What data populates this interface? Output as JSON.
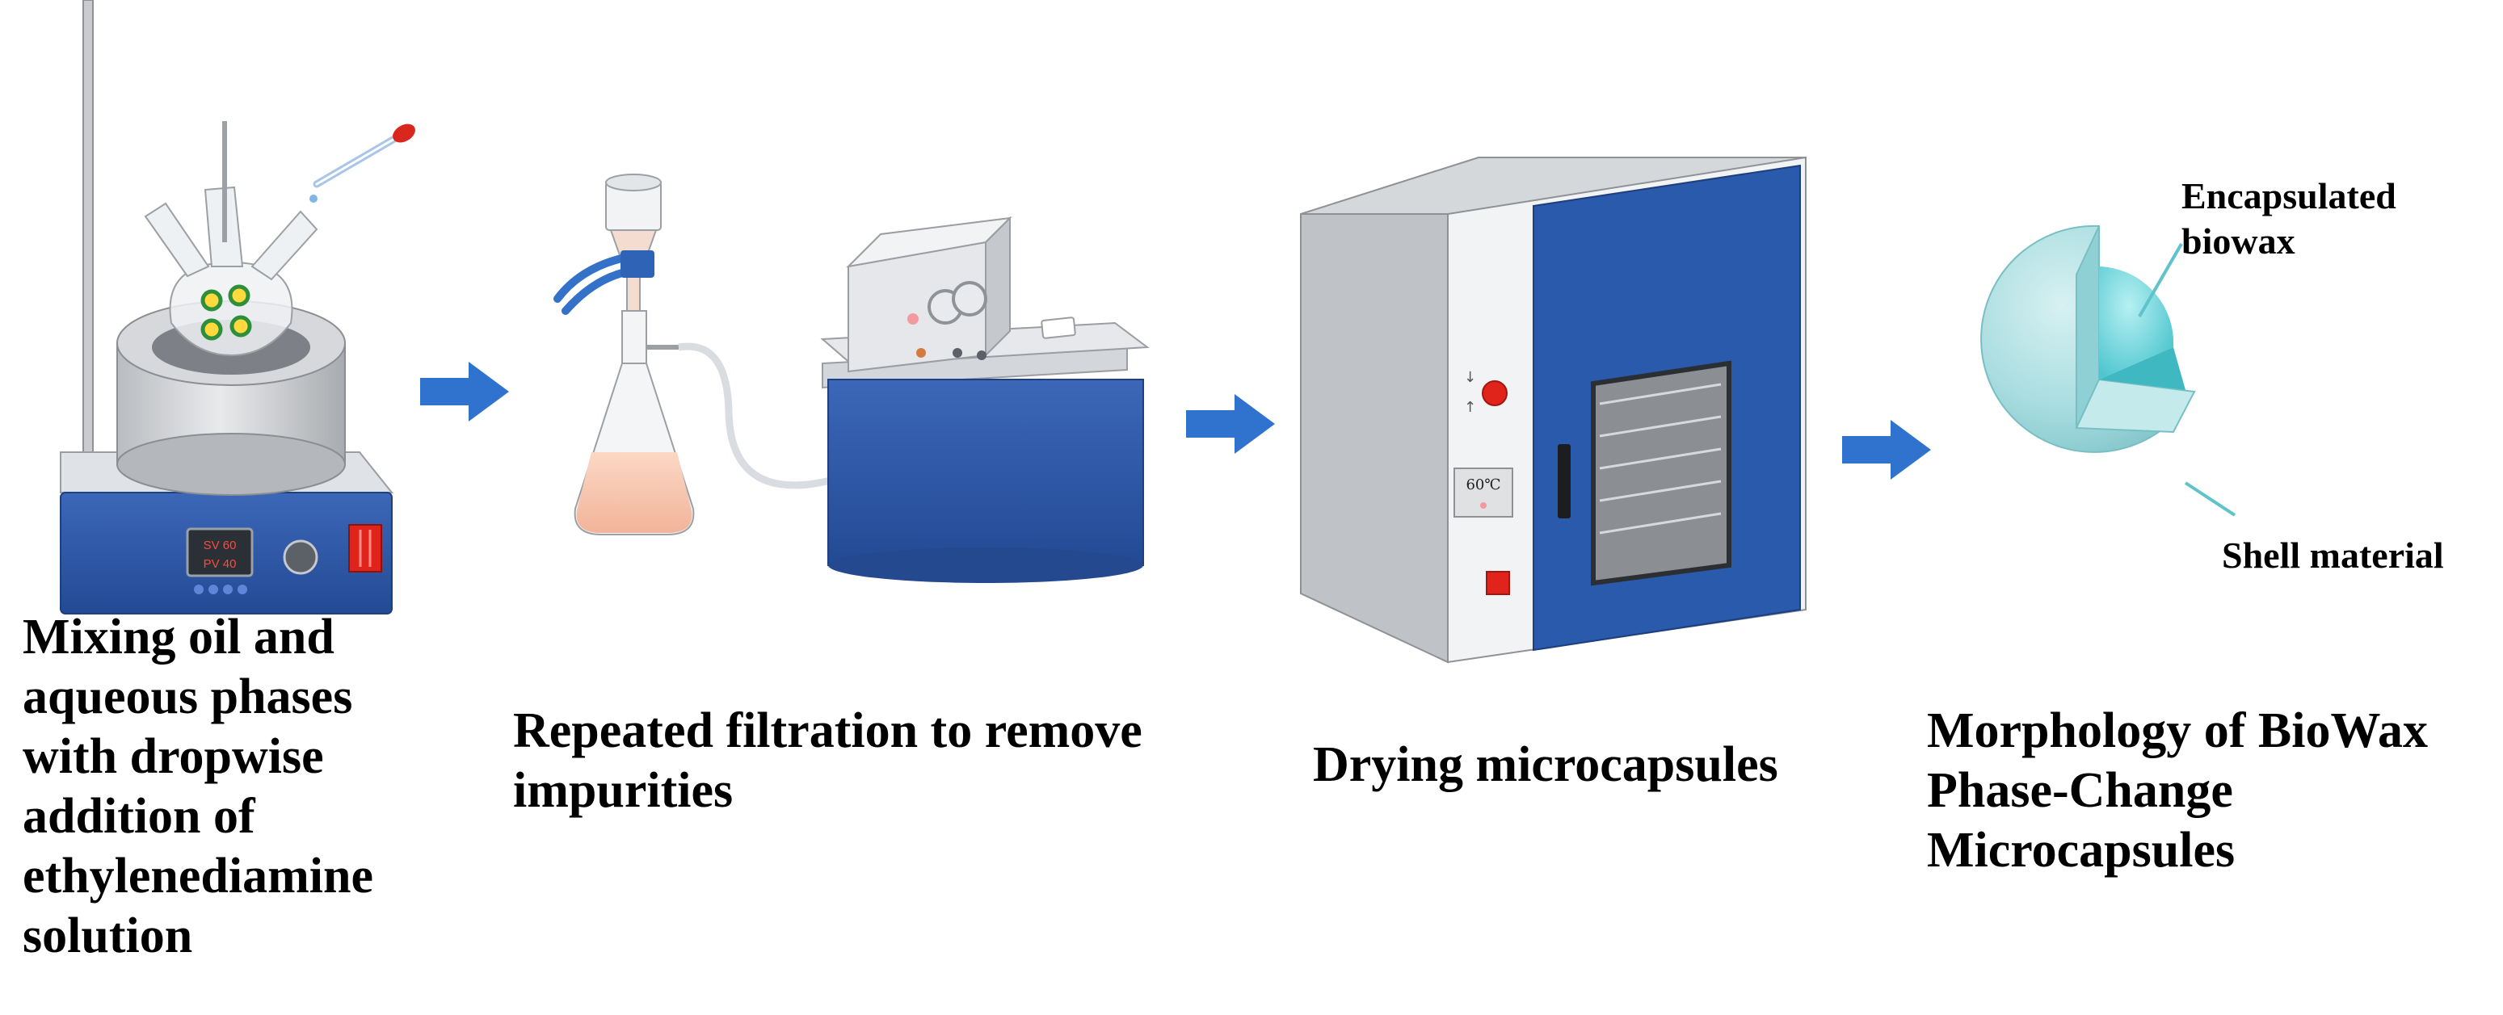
{
  "steps": [
    {
      "id": "mixing",
      "caption": "Mixing oil and\naqueous phases\nwith dropwise\naddition of\nethylenediamine\nsolution"
    },
    {
      "id": "filtration",
      "caption": "Repeated filtration to remove\nimpurities"
    },
    {
      "id": "drying",
      "caption": "Drying microcapsules"
    },
    {
      "id": "morphology",
      "caption": "Morphology of BioWax\nPhase-Change\nMicrocapsules"
    }
  ],
  "apparatus": {
    "stirrer_display": {
      "sv": "SV 60",
      "pv": "PV 40"
    },
    "oven_display": "60℃"
  },
  "callouts": {
    "core": "Encapsulated\nbiowax",
    "shell": "Shell material"
  },
  "colors": {
    "arrow": "#2f73cf",
    "base_blue": "#2e56a6",
    "oven_door": "#2a5aab",
    "capsule": "#a9dde0",
    "core": "#6cd2d9",
    "liquid": "#f7c7b0",
    "indicator_red": "#e0241b"
  }
}
